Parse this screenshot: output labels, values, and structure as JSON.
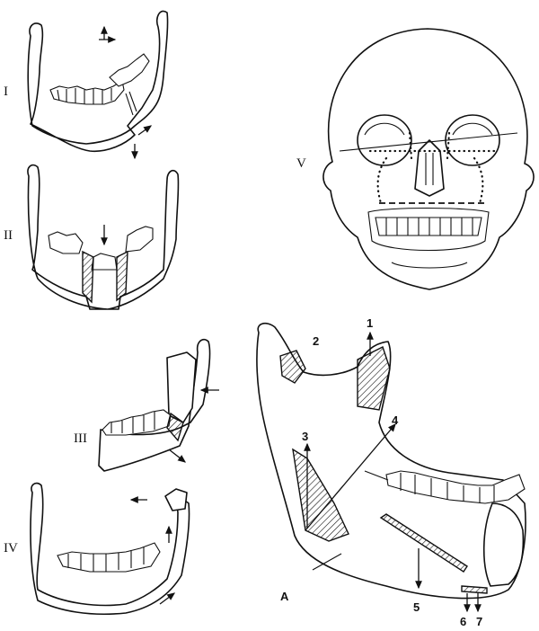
{
  "labels": {
    "panel_1": "I",
    "panel_2": "II",
    "panel_3": "III",
    "panel_4": "IV",
    "panel_5": "V",
    "panel_a": "A"
  },
  "numbers": [
    "1",
    "2",
    "3",
    "4",
    "5",
    "6",
    "7"
  ]
}
